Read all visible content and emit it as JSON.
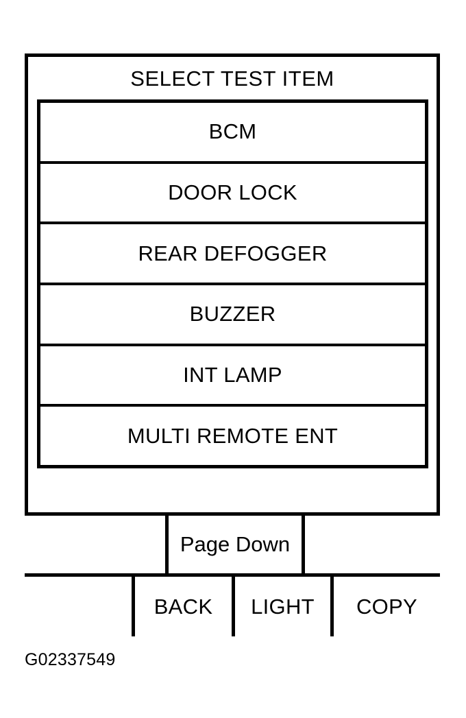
{
  "figure": {
    "caption": "G02337549",
    "background_color": "#FFFFFF",
    "stroke_color": "#000000"
  },
  "screen": {
    "title": "SELECT TEST ITEM",
    "test_items": [
      {
        "label": "BCM"
      },
      {
        "label": "DOOR LOCK"
      },
      {
        "label": "REAR DEFOGGER"
      },
      {
        "label": "BUZZER"
      },
      {
        "label": "INT LAMP"
      },
      {
        "label": "MULTI REMOTE ENT"
      }
    ],
    "page_nav_row": {
      "left": "",
      "center": "Page Down",
      "right": ""
    },
    "function_key_row": {
      "blank": "",
      "back": "BACK",
      "light": "LIGHT",
      "copy": "COPY"
    }
  }
}
